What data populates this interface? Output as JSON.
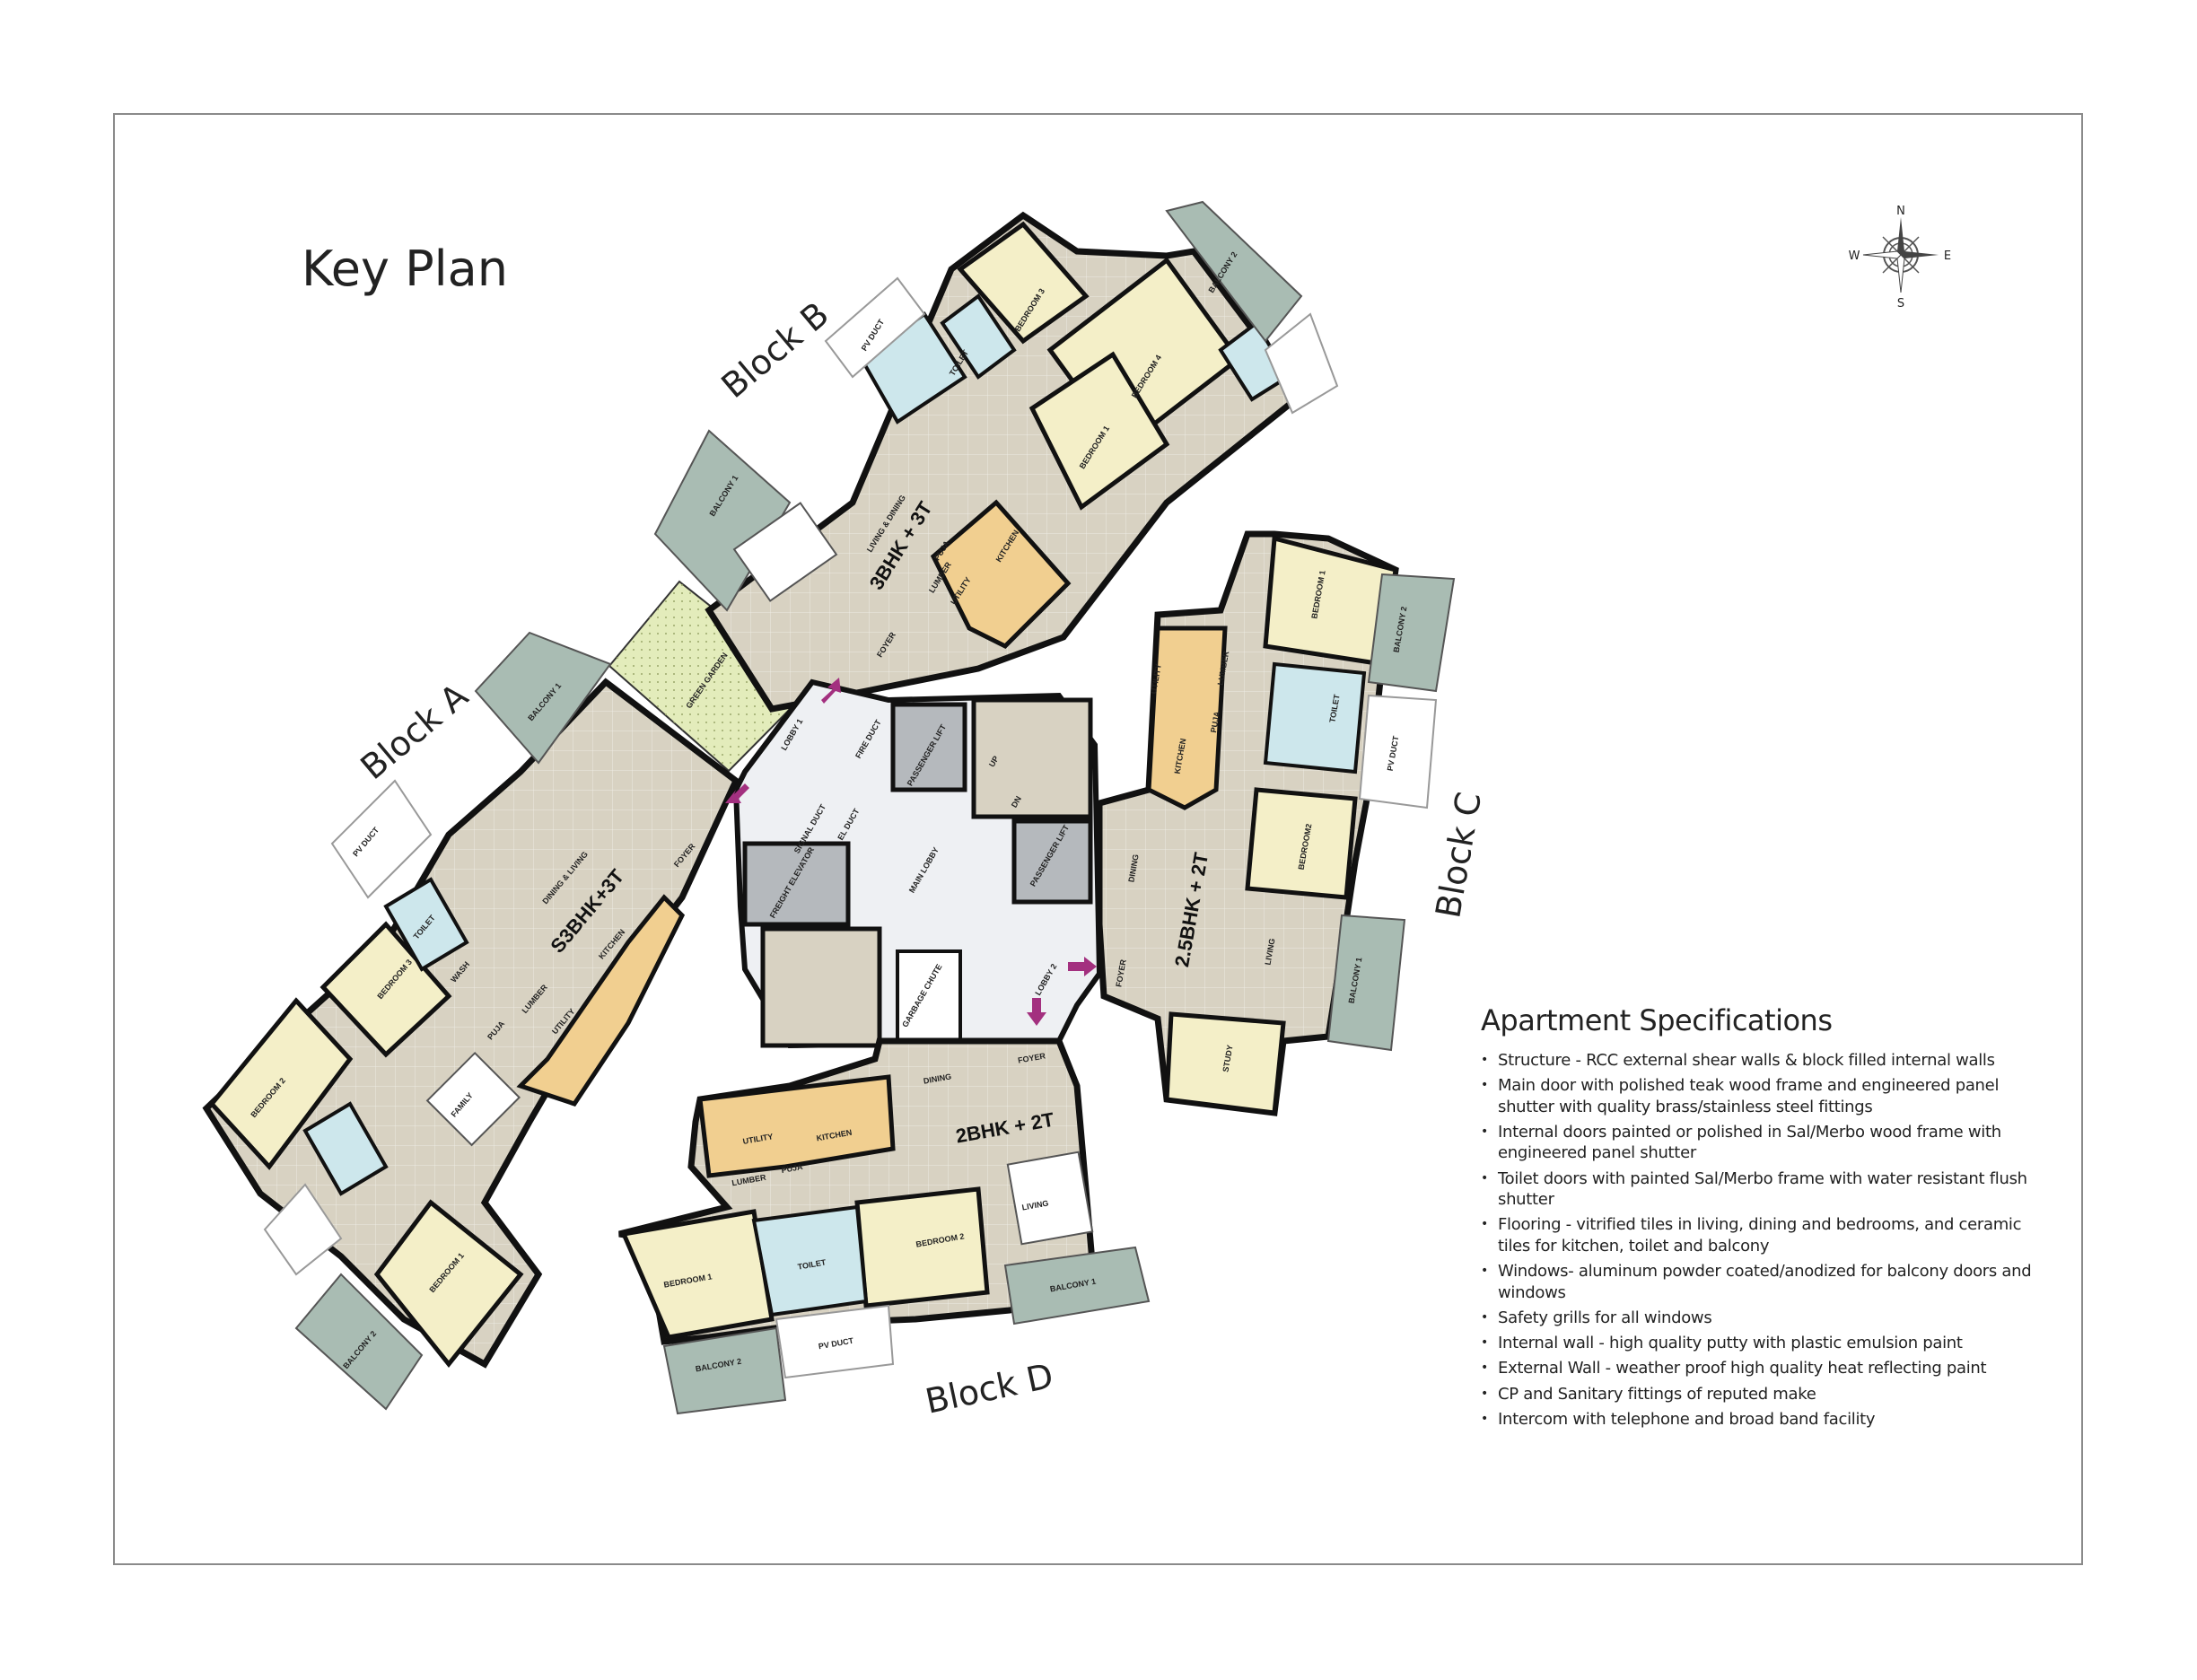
{
  "title": "Key Plan",
  "compass": {
    "n": "N",
    "s": "S",
    "e": "E",
    "w": "W",
    "icon": "compass-rose-icon"
  },
  "colors": {
    "living": "#d8d2c2",
    "bedroom": "#f4efc8",
    "toilet": "#cde7ec",
    "kitchen": "#f1cf90",
    "balcony": "#a9bcb3",
    "garden": "#e3ecbb",
    "lobby": "#eef0f3",
    "lift": "#b5b9bd",
    "arrow": "#a3307f",
    "window": "#4fb3e6"
  },
  "blocks": {
    "a": {
      "label": "Block A",
      "unit": "S3BHK+3T",
      "rooms": {
        "dining_living": "DINING & LIVING",
        "kitchen": "KITCHEN",
        "family": "FAMILY",
        "bedroom1": "BEDROOM 1",
        "bedroom2": "BEDROOM 2",
        "bedroom3": "BEDROOM 3",
        "balcony1": "BALCONY 1",
        "balcony2": "BALCONY 2",
        "foyer": "FOYER",
        "utility": "UTILITY",
        "lumber": "LUMBER",
        "puja": "PUJA",
        "wash": "WASH",
        "toilet": "TOILET",
        "green_garden": "GREEN GARDEN",
        "pv_duct": "PV DUCT"
      }
    },
    "b": {
      "label": "Block B",
      "unit": "3BHK + 3T",
      "rooms": {
        "living_dining": "LIVING & DINING",
        "kitchen": "KITCHEN",
        "utility": "UTILITY",
        "lumber": "LUMBER",
        "puja": "PUJA",
        "foyer": "FOYER",
        "bedroom1": "BEDROOM 1",
        "bedroom3": "BEDROOM 3",
        "bedroom4": "BEDROOM 4",
        "balcony1": "BALCONY 1",
        "balcony2": "BALCONY 2",
        "toilet": "TOILET",
        "pv_duct": "PV DUCT"
      }
    },
    "c": {
      "label": "Block C",
      "unit": "2.5BHK + 2T",
      "rooms": {
        "living": "LIVING",
        "dining": "DINING",
        "kitchen": "KITCHEN",
        "utility": "UTILITY",
        "lumber": "LUMBER",
        "puja": "PUJA",
        "foyer": "FOYER",
        "bedroom1": "BEDROOM 1",
        "bedroom2": "BEDROOM2",
        "study": "STUDY",
        "balcony1": "BALCONY 1",
        "balcony2": "BALCONY 2",
        "toilet": "TOILET",
        "pv_duct": "PV DUCT"
      }
    },
    "d": {
      "label": "Block D",
      "unit": "2BHK + 2T",
      "rooms": {
        "living": "LIVING",
        "dining": "DINING",
        "kitchen": "KITCHEN",
        "utility": "UTILITY",
        "lumber": "LUMBER",
        "puja": "PUJA",
        "foyer": "FOYER",
        "bedroom1": "BEDROOM 1",
        "bedroom2": "BEDROOM 2",
        "balcony1": "BALCONY 1",
        "balcony2": "BALCONY 2",
        "toilet": "TOILET",
        "pv_duct": "PV DUCT"
      }
    }
  },
  "core": {
    "lobby1": "LOBBY 1",
    "lobby2": "LOBBY 2",
    "main_lobby": "MAIN LOBBY",
    "passenger_lift": "PASSENGER LIFT",
    "freight_elevator": "FREIGHT ELEVATOR",
    "garbage_chute": "GARBAGE CHUTE",
    "fire_duct": "FIRE DUCT",
    "el_duct": "EL DUCT",
    "signal_duct": "SIGNAL DUCT",
    "up": "UP",
    "dn": "DN"
  },
  "specifications": {
    "heading": "Apartment Specifications",
    "items": [
      "Structure - RCC external shear walls & block filled internal walls",
      "Main door with polished teak wood frame and engineered panel shutter with quality brass/stainless steel fittings",
      "Internal doors painted or polished in Sal/Merbo wood frame with engineered panel shutter",
      "Toilet doors with painted Sal/Merbo frame with water resistant flush shutter",
      "Flooring - vitrified tiles in living, dining and bedrooms, and ceramic tiles for kitchen, toilet and balcony",
      "Windows- aluminum powder coated/anodized for balcony doors and windows",
      "Safety grills for all windows",
      "Internal wall - high quality putty with plastic emulsion paint",
      "External Wall - weather proof high quality heat reflecting paint",
      "CP and Sanitary fittings of reputed make",
      "Intercom with telephone and broad band facility"
    ]
  }
}
